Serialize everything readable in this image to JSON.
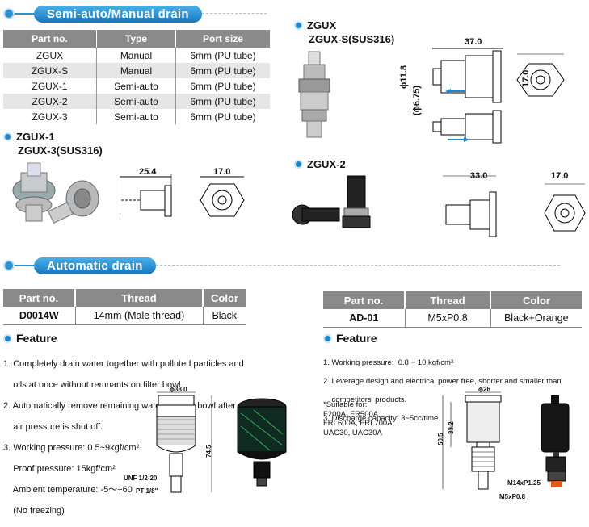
{
  "sections": {
    "semi_auto_title": "Semi-auto/Manual drain",
    "automatic_title": "Automatic drain"
  },
  "table_semi": {
    "headers": [
      "Part no.",
      "Type",
      "Port size"
    ],
    "rows": [
      [
        "ZGUX",
        "Manual",
        "6mm (PU tube)"
      ],
      [
        "ZGUX-S",
        "Manual",
        "6mm (PU tube)"
      ],
      [
        "ZGUX-1",
        "Semi-auto",
        "6mm (PU tube)"
      ],
      [
        "ZGUX-2",
        "Semi-auto",
        "6mm (PU tube)"
      ],
      [
        "ZGUX-3",
        "Semi-auto",
        "6mm (PU tube)"
      ]
    ]
  },
  "labels": {
    "zgux_1": "ZGUX-1",
    "zgux_3": "ZGUX-3(SUS316)",
    "zgux": "ZGUX",
    "zgux_s": "ZGUX-S(SUS316)",
    "zgux_2": "ZGUX-2"
  },
  "dims": {
    "zgux_len": "37.0",
    "zgux_hex": "17.0",
    "zgux_d1": "ϕ11.8",
    "zgux_d2": "(ϕ6.75)",
    "zgux1_len": "25.4",
    "zgux1_hex": "17.0",
    "zgux2_len": "33.0",
    "zgux2_hex": "17.0",
    "d0014_dia": "ϕ38.0",
    "d0014_h": "74.5",
    "d0014_unf": "UNF 1/2-20",
    "d0014_pt": "PT 1/8\"",
    "ad01_dia": "ϕ26",
    "ad01_h1": "33.2",
    "ad01_h2": "50.5",
    "ad01_m14": "M14xP1.25",
    "ad01_m5": "M5xP0.8"
  },
  "table_d0014": {
    "headers": [
      "Part no.",
      "Thread",
      "Color"
    ],
    "row": [
      "D0014W",
      "14mm (Male thread)",
      "Black"
    ]
  },
  "table_ad01": {
    "headers": [
      "Part no.",
      "Thread",
      "Color"
    ],
    "row": [
      "AD-01",
      "M5xP0.8",
      "Black+Orange"
    ]
  },
  "feature_left": {
    "title": "Feature",
    "items": [
      "1. Completely drain water together with polluted particles and",
      "    oils at once without remnants on filter bowl.",
      "2. Automatically remove remaining water on filter bowl after",
      "    air pressure is shut off.",
      "3. Working pressure: 0.5~9kgf/cm²",
      "    Proof pressure: 15kgf/cm²",
      "    Ambient temperature: -5～+60",
      "    (No freezing)"
    ]
  },
  "feature_right": {
    "title": "Feature",
    "items": [
      "1. Working pressure:  0.8 ~ 10 kgf/cm²",
      "2. Leverage design and electrical power free, shorter and smaller than",
      "    competitors' products.",
      "3. Discharge capacity: 3~5cc/time."
    ],
    "suitable": [
      "*Suitable for:",
      "F200A, FR500A,",
      "FRL600A, FRL700A,",
      "UAC30, UAC30A"
    ]
  },
  "colors": {
    "accent": "#1f86cc",
    "header_gray": "#8a8a8a"
  }
}
